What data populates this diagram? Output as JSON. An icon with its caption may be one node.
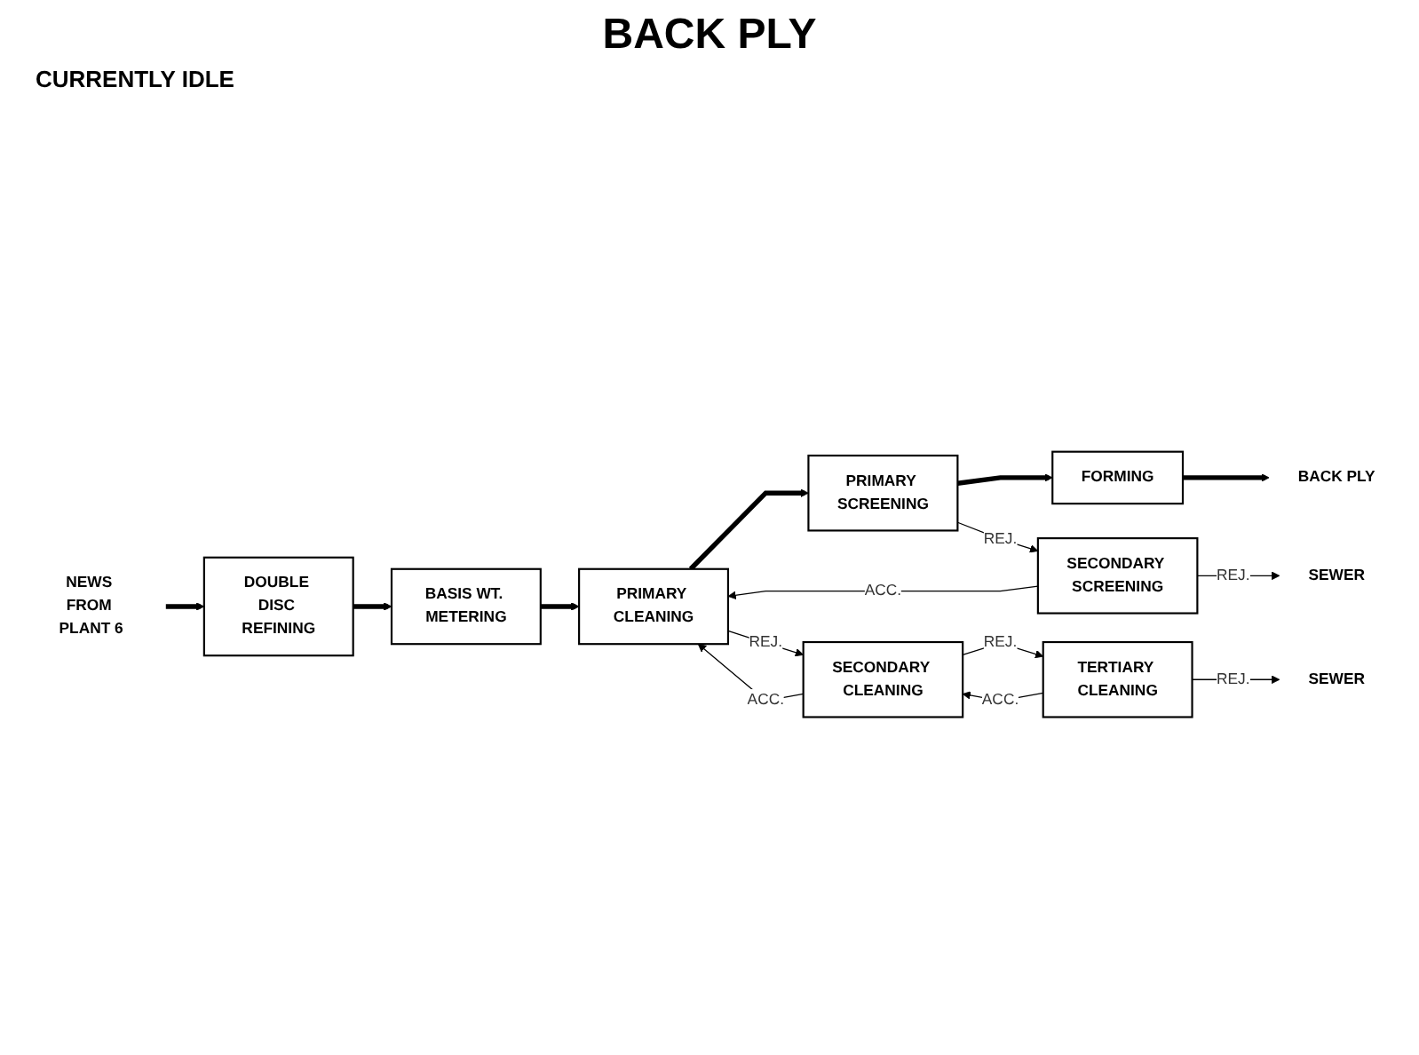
{
  "diagram": {
    "title": "BACK PLY",
    "nodes": [
      {
        "text": [
          "NEWS FROM PLANT 6"
        ]
      },
      {
        "text": [
          "DOUBLE DISC REFINING"
        ]
      },
      {
        "text": [
          "BASIS WT. METERING"
        ]
      },
      {
        "text": [
          "PRIMARY CLEANING"
        ]
      },
      {
        "text": [
          "PRIMARY SCREENING"
        ]
      },
      {
        "text": [
          "FORMING"
        ]
      },
      {
        "text": [
          "BACK PLY"
        ]
      },
      {
        "text": [
          "SECONDARY CLEANING"
        ]
      },
      {
        "text": [
          "SECONDARY SCREENING"
        ]
      },
      {
        "text": [
          "TERTIARY CLEANING"
        ]
      },
      {
        "text": [
          "SEWER"
        ]
      },
      {
        "text": [
          "SEWER"
        ]
      }
    ],
    "edges": [
      {
        "from": 0,
        "to": 1,
        "arrow": "to",
        "style": "thick"
      },
      {
        "from": 1,
        "to": 2,
        "arrow": "to",
        "style": "thick"
      },
      {
        "from": 2,
        "to": 3,
        "arrow": "to",
        "style": "thick"
      },
      {
        "from": 3,
        "to": 4,
        "arrow": "to",
        "style": "thick"
      },
      {
        "from": 4,
        "to": 5,
        "arrow": "to",
        "style": "thick"
      },
      {
        "from": 5,
        "to": 6,
        "arrow": "to",
        "style": "thick"
      },
      {
        "from": 3,
        "to": 7,
        "arrow": "to",
        "label": "REJ."
      },
      {
        "from": 7,
        "to": 3,
        "arrow": "to",
        "label": "ACC."
      },
      {
        "from": 7,
        "to": 9,
        "arrow": "to",
        "label": "REJ."
      },
      {
        "from": 9,
        "to": 7,
        "arrow": "to",
        "label": "ACC."
      },
      {
        "from": 4,
        "to": 8,
        "arrow": "to",
        "label": "REJ."
      },
      {
        "from": 8,
        "to": 3,
        "arrow": "to",
        "label": "ACC."
      },
      {
        "from": 8,
        "to": 10,
        "arrow": "to",
        "label": "REJ."
      },
      {
        "from": 9,
        "to": 11,
        "arrow": "to",
        "label": "REJ."
      }
    ],
    "labels": [
      "CURRENTLY IDLE"
    ]
  }
}
